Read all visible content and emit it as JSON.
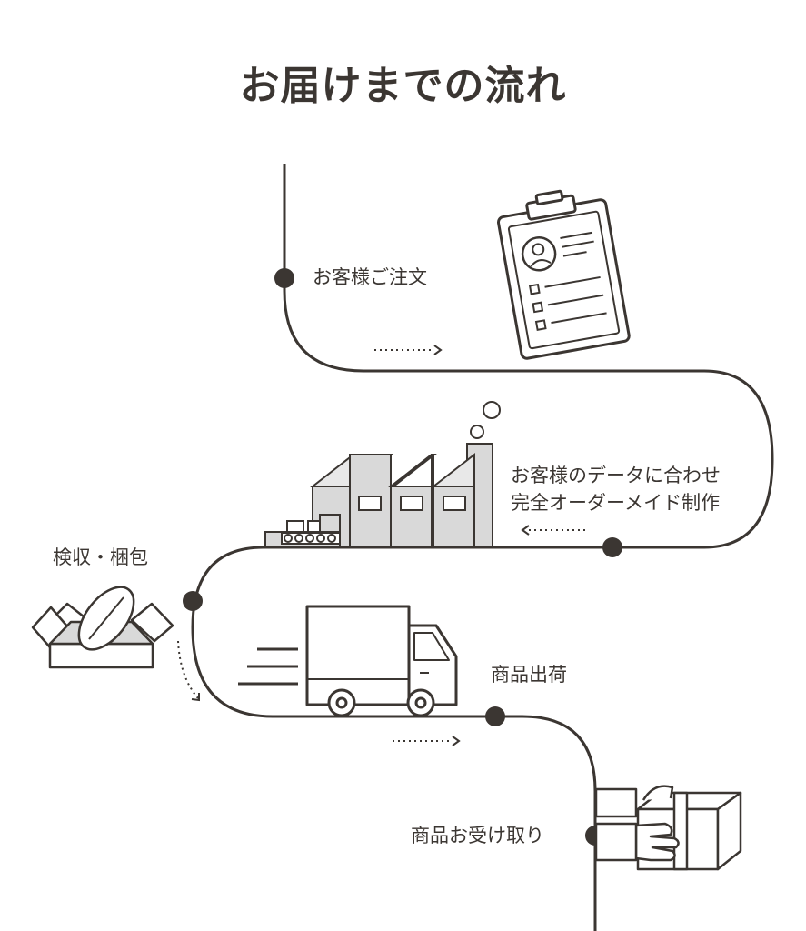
{
  "title": "お届けまでの流れ",
  "colors": {
    "line": "#3b3632",
    "fill_gray": "#d9d9d9",
    "background": "#ffffff"
  },
  "steps": [
    {
      "label": "お客様ご注文",
      "icon": "clipboard-icon"
    },
    {
      "label_line1": "お客様のデータに合わせ",
      "label_line2": "完全オーダーメイド制作",
      "icon": "factory-icon"
    },
    {
      "label": "検収・梱包",
      "icon": "open-box-icon"
    },
    {
      "label": "商品出荷",
      "icon": "delivery-truck-icon"
    },
    {
      "label": "商品お受け取り",
      "icon": "package-handoff-icon"
    }
  ]
}
